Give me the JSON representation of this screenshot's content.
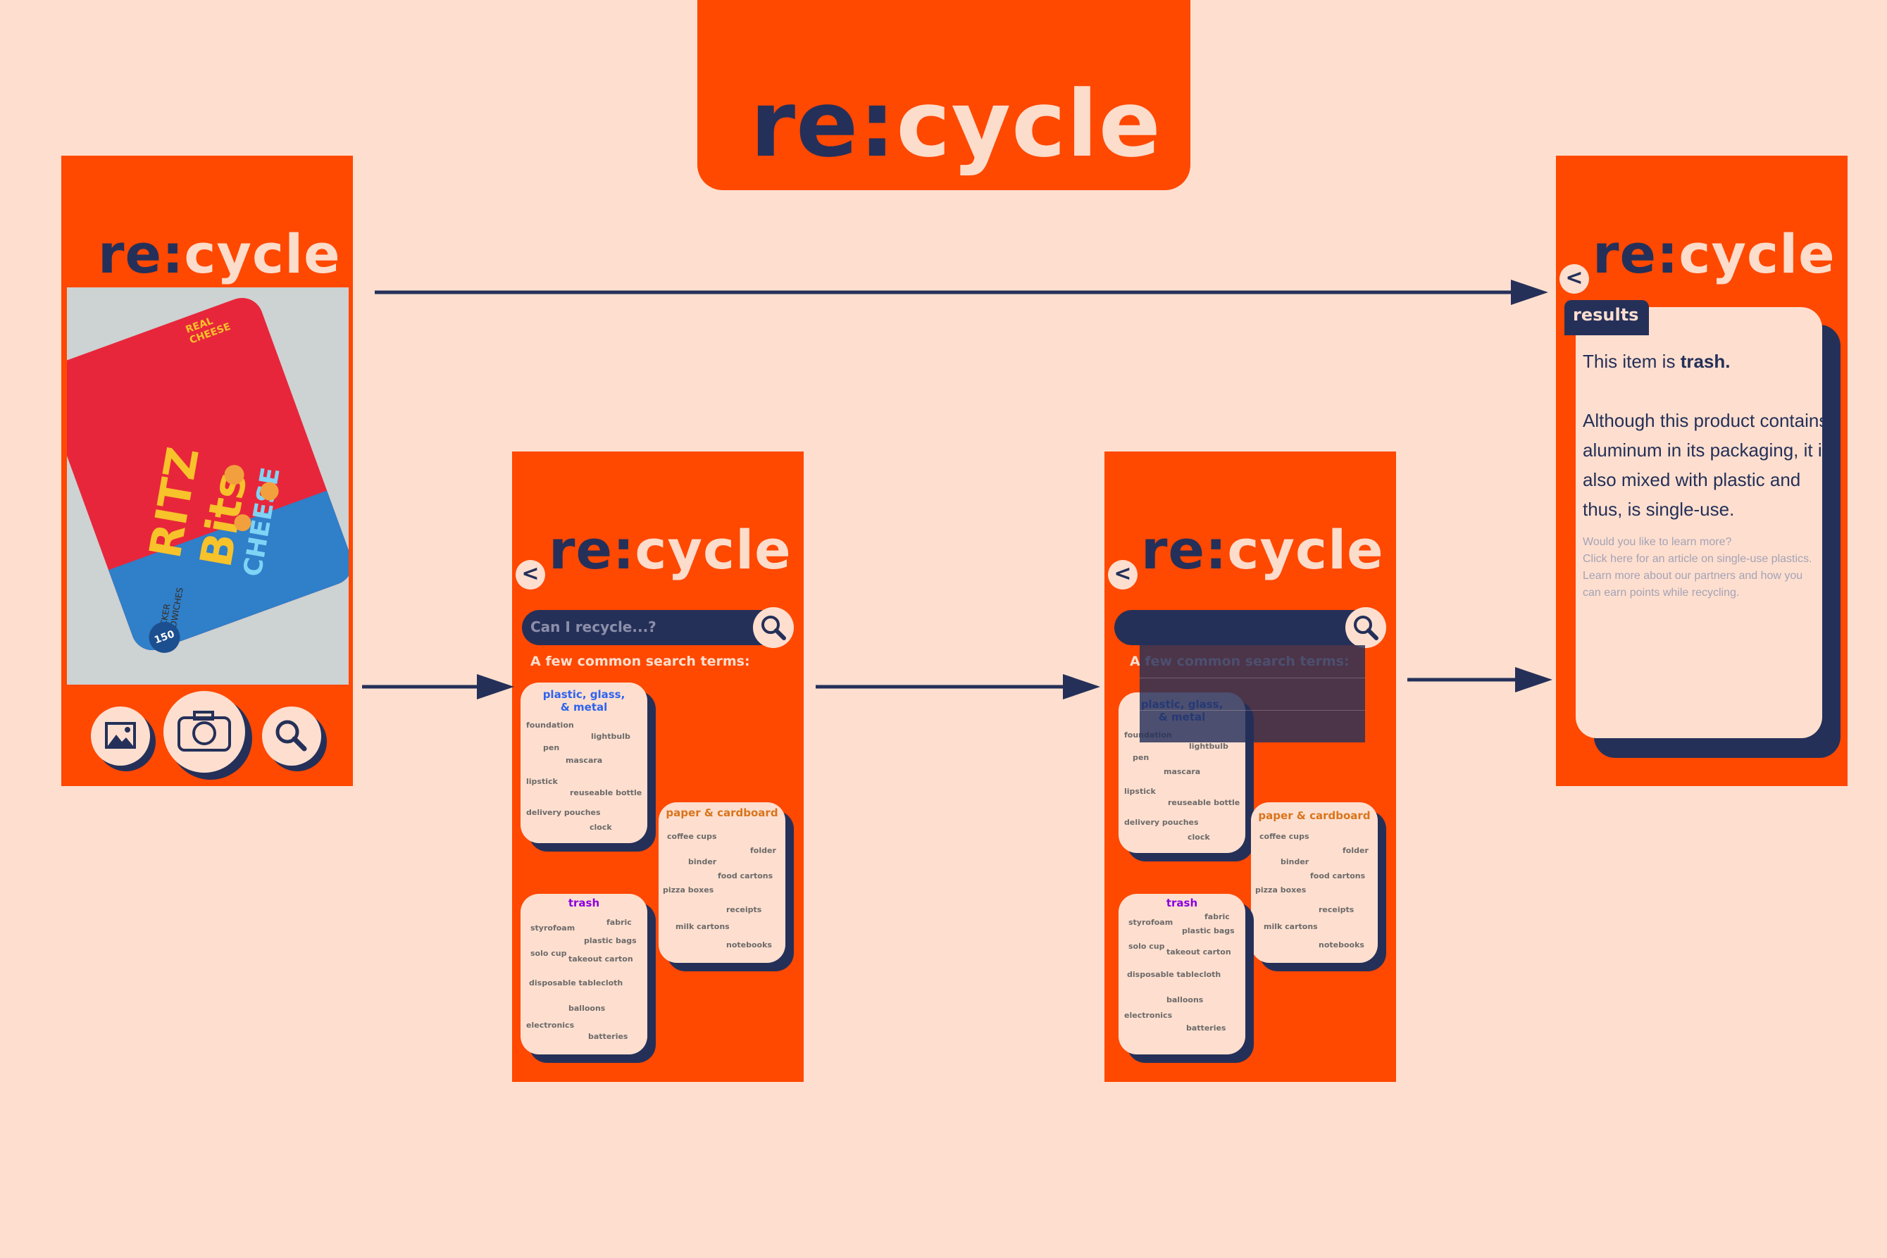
{
  "brand": {
    "re": "re:",
    "cycle": "cycle",
    "accent": "#FF4800",
    "navy": "#243059",
    "cream": "#FEDFCF"
  },
  "back_glyph": "<",
  "search": {
    "placeholder": "Can I recycle...?",
    "common_label": "A few common search terms:"
  },
  "categories": [
    {
      "title_line1": "plastic, glass,",
      "title_line2": "& metal",
      "color": "#2E63F0",
      "terms": [
        "foundation",
        "lightbulb",
        "pen",
        "mascara",
        "lipstick",
        "reuseable bottle",
        "delivery pouches",
        "clock"
      ]
    },
    {
      "title_line1": "paper & cardboard",
      "color": "#D9741C",
      "terms": [
        "coffee cups",
        "folder",
        "binder",
        "food cartons",
        "pizza boxes",
        "receipts",
        "milk cartons",
        "notebooks"
      ]
    },
    {
      "title_line1": "trash",
      "color": "#8B00E0",
      "terms": [
        "fabric",
        "styrofoam",
        "plastic bags",
        "solo cup",
        "takeout carton",
        "disposable tablecloth",
        "balloons",
        "electronics",
        "batteries"
      ]
    }
  ],
  "results": {
    "tab": "results",
    "line1_prefix": "This item is ",
    "line1_bold": "trash.",
    "para": [
      "Although this product contains",
      "aluminum in its packaging, it is",
      "also mixed with plastic and",
      "thus, is single-use."
    ],
    "more": [
      "Would you like to learn more?",
      "Click here for an article on single-use plastics.",
      "Learn more about our partners and how you",
      "can earn points while recycling."
    ]
  },
  "photo_bag": {
    "brand_text": "RITZ Bits",
    "flavor": "CHEESE",
    "corner": "REAL CHEESE",
    "side": "CRACKER SANDWICHES",
    "cal": "150"
  },
  "icons": [
    "gallery-icon",
    "camera-icon",
    "search-icon",
    "back-icon",
    "arrow-right-icon"
  ]
}
